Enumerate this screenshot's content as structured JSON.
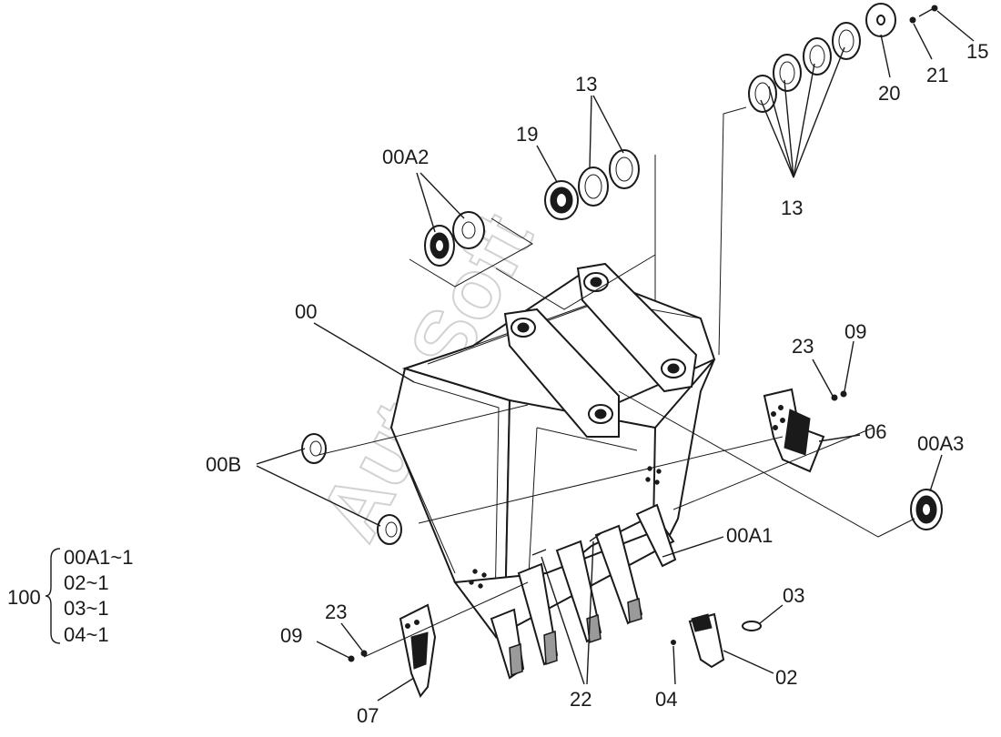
{
  "watermark": "AutoSoft",
  "labels": {
    "l_00": "00",
    "l_00a2": "00A2",
    "l_19": "19",
    "l_13_top": "13",
    "l_13_right": "13",
    "l_20": "20",
    "l_21": "21",
    "l_15": "15",
    "l_23_right": "23",
    "l_09_right": "09",
    "l_06": "06",
    "l_00a3": "00A3",
    "l_00b": "00B",
    "l_00a1": "00A1",
    "l_03": "03",
    "l_02": "02",
    "l_04": "04",
    "l_22": "22",
    "l_07": "07",
    "l_09_left": "09",
    "l_23_left": "23"
  },
  "kit": {
    "number": "100",
    "items": [
      "00A1~1",
      "02~1",
      "03~1",
      "04~1"
    ]
  }
}
